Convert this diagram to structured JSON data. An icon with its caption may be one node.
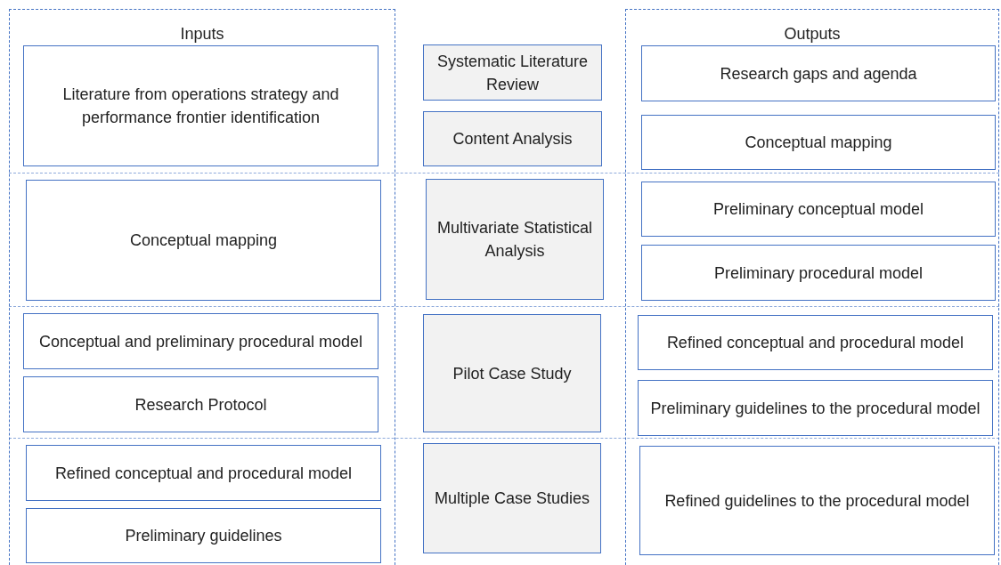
{
  "diagram": {
    "nodes": [
      {
        "text": [
          "Inputs"
        ]
      },
      {
        "text": [
          "Literature from operations strategy and performance frontier identification"
        ],
        "in": 0
      },
      {
        "text": [
          "Conceptual mapping"
        ],
        "in": 0
      },
      {
        "text": [
          "Conceptual and preliminary procedural model"
        ],
        "in": 0
      },
      {
        "text": [
          "Research Protocol"
        ],
        "in": 0
      },
      {
        "text": [
          "Refined conceptual and procedural model"
        ],
        "in": 0
      },
      {
        "text": [
          "Preliminary guidelines"
        ],
        "in": 0
      },
      {
        "text": [
          "Systematic Literature Review"
        ]
      },
      {
        "text": [
          "Content Analysis"
        ]
      },
      {
        "text": [
          "Multivariate Statistical Analysis"
        ]
      },
      {
        "text": [
          "Pilot Case Study"
        ]
      },
      {
        "text": [
          "Multiple Case Studies"
        ]
      },
      {
        "text": [
          "Outputs"
        ]
      },
      {
        "text": [
          "Research gaps and agenda"
        ],
        "in": 12
      },
      {
        "text": [
          "Conceptual mapping"
        ],
        "in": 12
      },
      {
        "text": [
          "Preliminary conceptual model"
        ],
        "in": 12
      },
      {
        "text": [
          "Preliminary procedural model"
        ],
        "in": 12
      },
      {
        "text": [
          "Refined conceptual and procedural model"
        ],
        "in": 12
      },
      {
        "text": [
          "Preliminary guidelines to the procedural model"
        ],
        "in": 12
      },
      {
        "text": [
          "Refined guidelines to the procedural model"
        ],
        "in": 12
      }
    ],
    "edges": []
  }
}
